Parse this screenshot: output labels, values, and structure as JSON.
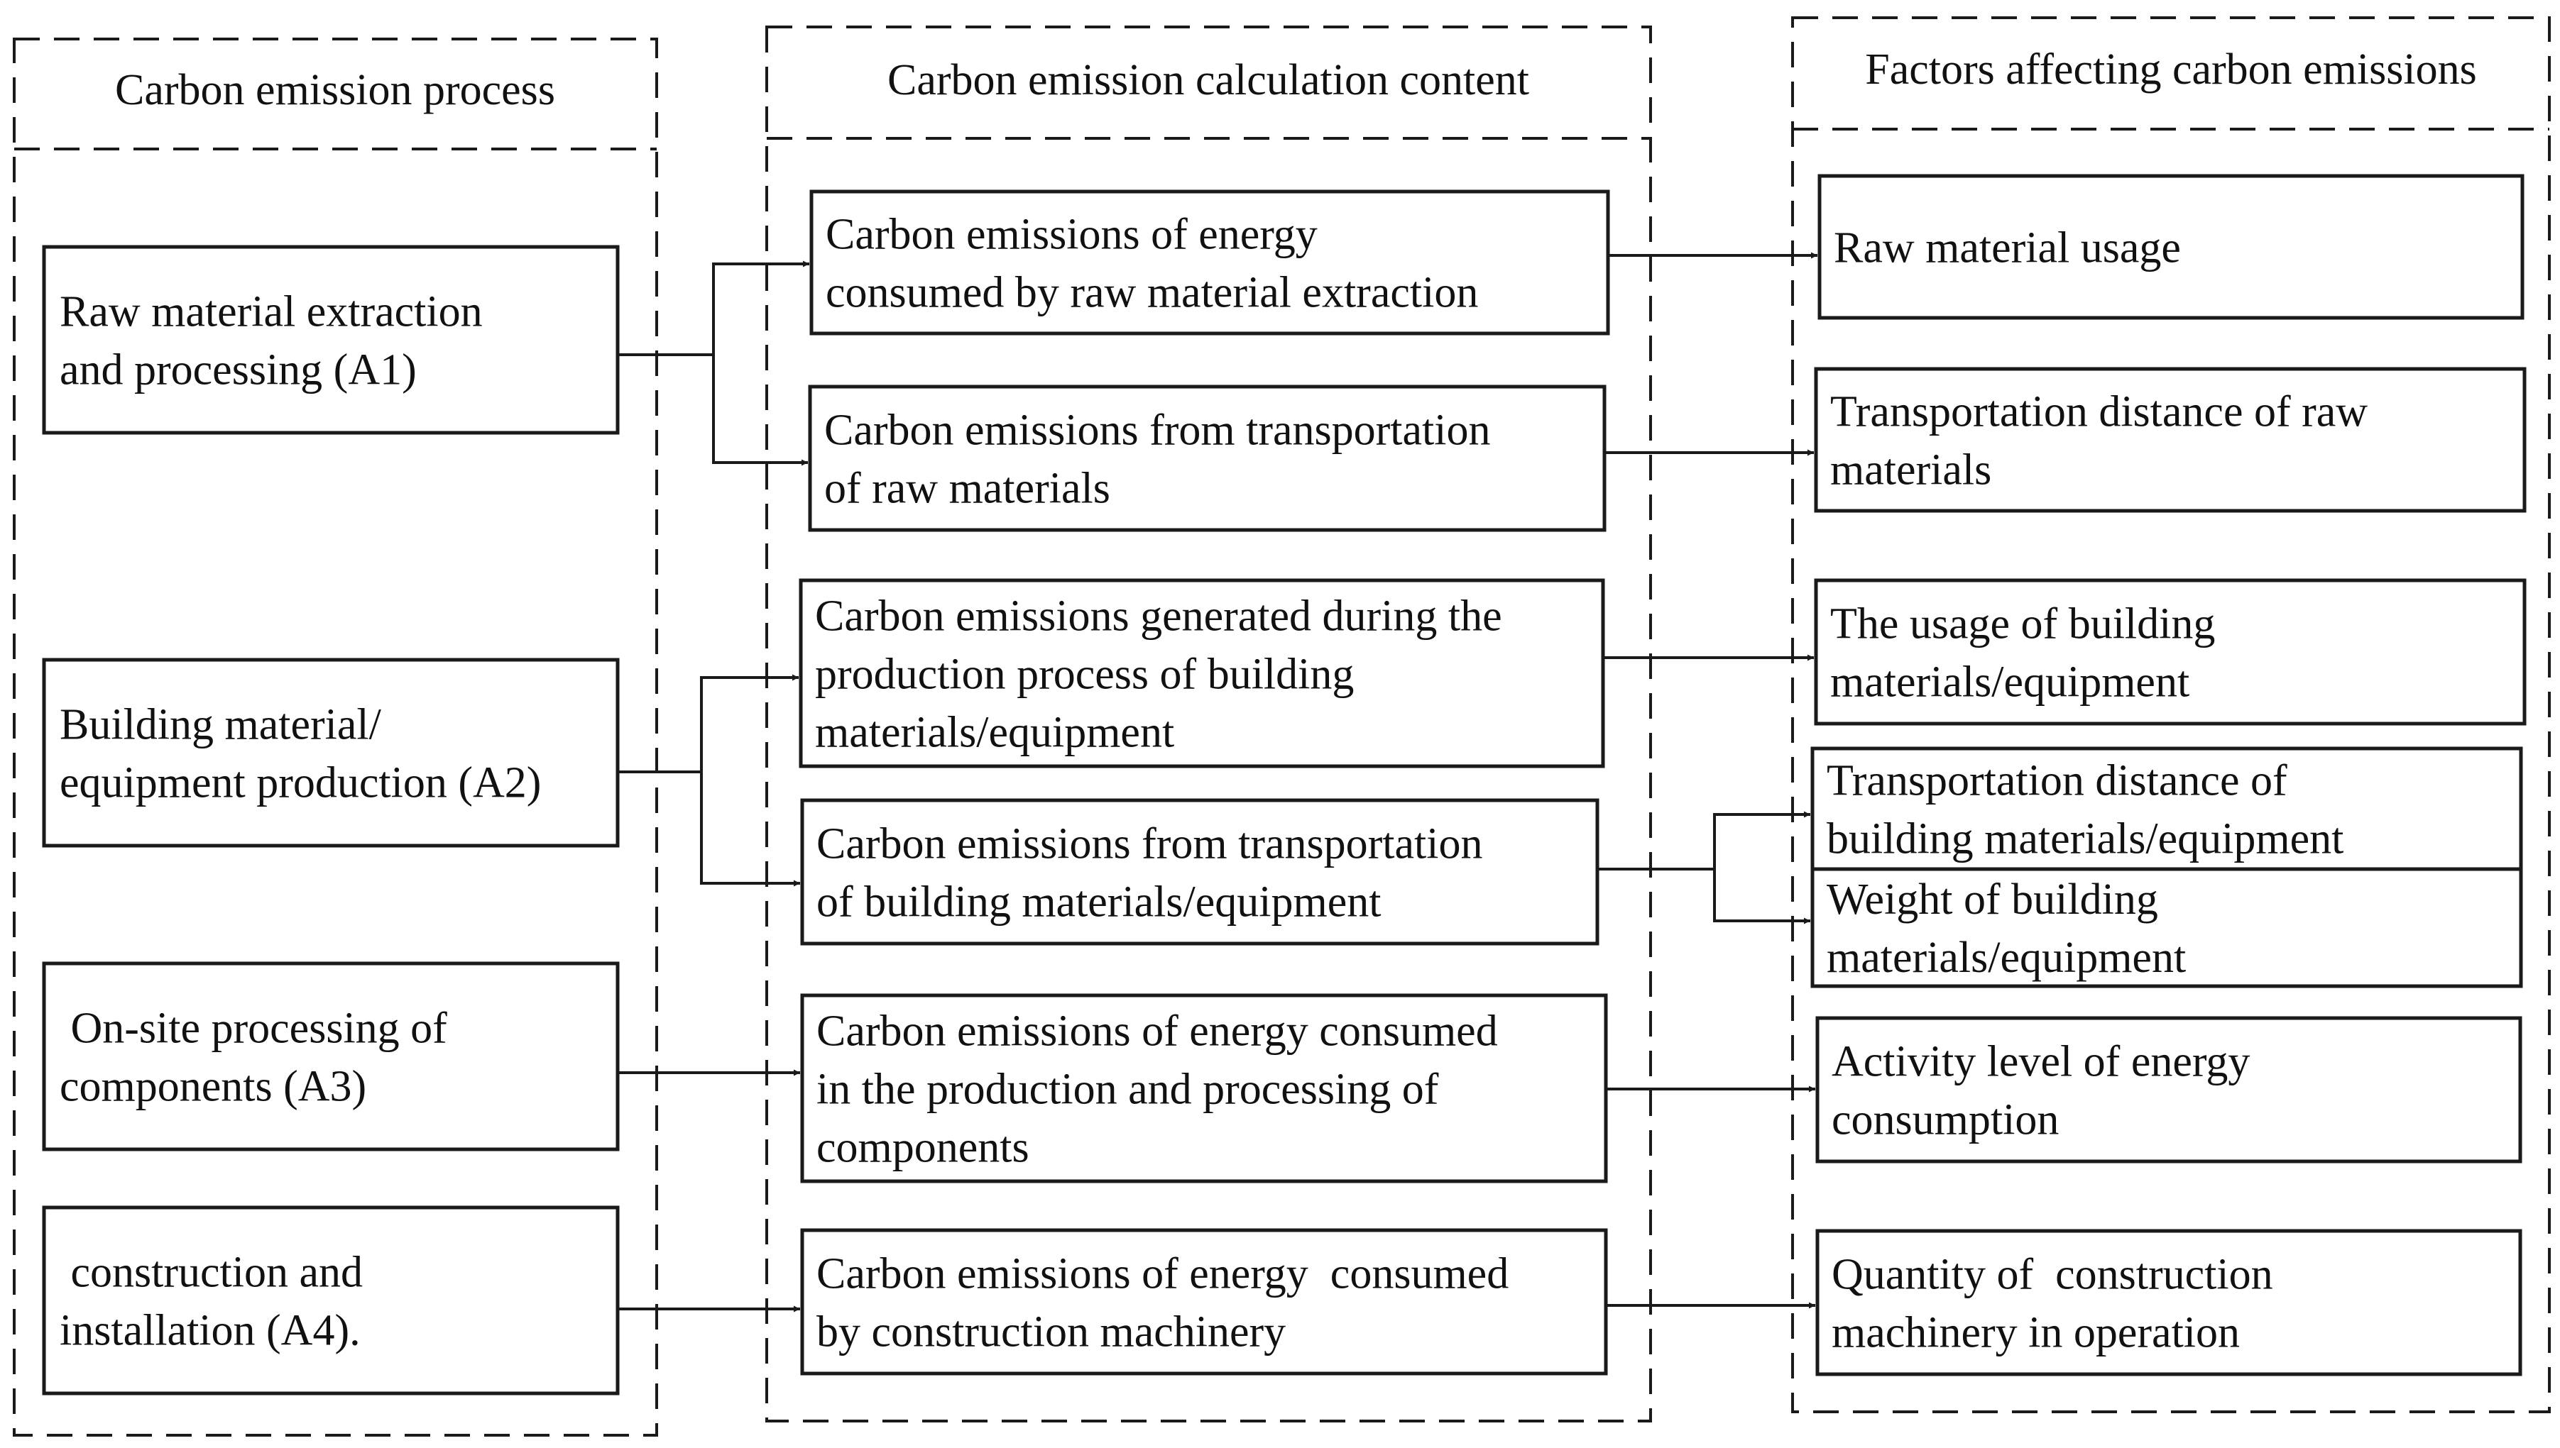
{
  "columns": {
    "process": {
      "title": "Carbon emission process"
    },
    "content": {
      "title": "Carbon emission calculation content"
    },
    "factors": {
      "title": "Factors affecting carbon emissions"
    }
  },
  "process_boxes": [
    {
      "lines": [
        "Raw material extraction",
        "and processing (A1)"
      ]
    },
    {
      "lines": [
        "Building material/",
        "equipment production (A2)"
      ]
    },
    {
      "lines": [
        " On-site processing of",
        "components (A3)"
      ]
    },
    {
      "lines": [
        " construction and",
        "installation (A4)."
      ]
    }
  ],
  "content_boxes": [
    {
      "lines": [
        "Carbon emissions of energy",
        "consumed by raw material extraction"
      ]
    },
    {
      "lines": [
        "Carbon emissions from transportation",
        "of raw materials"
      ]
    },
    {
      "lines": [
        "Carbon emissions generated during the",
        "production process of building",
        "materials/equipment"
      ]
    },
    {
      "lines": [
        "Carbon emissions from transportation",
        "of building materials/equipment"
      ]
    },
    {
      "lines": [
        "Carbon emissions of energy consumed",
        "in the production and processing of",
        "components"
      ]
    },
    {
      "lines": [
        "Carbon emissions of energy  consumed",
        "by construction machinery"
      ]
    }
  ],
  "factor_boxes": [
    {
      "lines": [
        "Raw material usage"
      ]
    },
    {
      "lines": [
        "Transportation distance of raw",
        "materials"
      ]
    },
    {
      "lines": [
        "The usage of building",
        "materials/equipment"
      ]
    },
    {
      "lines": [
        "Transportation distance of",
        "building materials/equipment"
      ]
    },
    {
      "lines": [
        "Weight of building",
        "materials/equipment"
      ]
    },
    {
      "lines": [
        "Activity level of energy",
        "consumption"
      ]
    },
    {
      "lines": [
        "Quantity of  construction",
        "machinery in operation"
      ]
    }
  ]
}
